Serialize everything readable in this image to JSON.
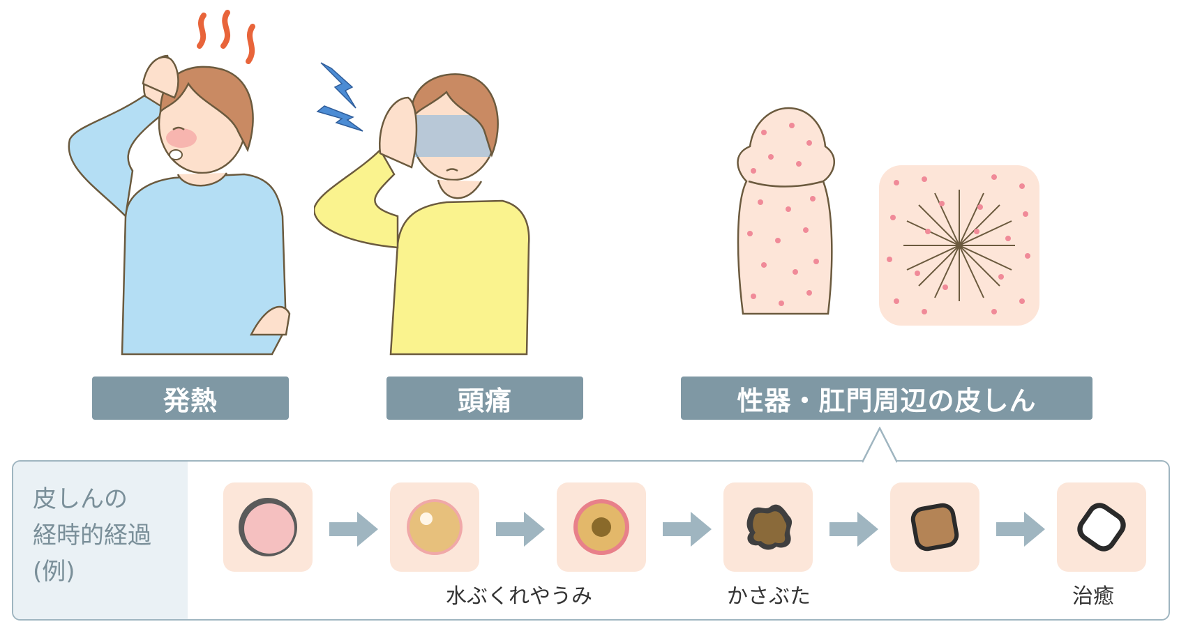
{
  "labels": {
    "fever": "発熱",
    "headache": "頭痛",
    "rash": "性器・肛門周辺の皮しん"
  },
  "progression": {
    "title": "皮しんの\n経時的経過\n(例)",
    "captions": {
      "blister": "水ぶくれやうみ",
      "scab": "かさぶた",
      "healed": "治癒"
    }
  },
  "colors": {
    "label_bg": "#7f98a4",
    "box_border": "#9fb5c0",
    "box_title_bg": "#eaf1f5",
    "tile_bg": "#fce6d9",
    "arrow": "#9fb5c0",
    "shirt_blue": "#b4def4",
    "shirt_yellow": "#faf38e",
    "hair": "#c98a63",
    "skin": "#fde0cc",
    "rash_dot": "#f08a98"
  },
  "icons": [
    "heat-wave-icon",
    "lightning-icon",
    "arrow-right-icon"
  ]
}
